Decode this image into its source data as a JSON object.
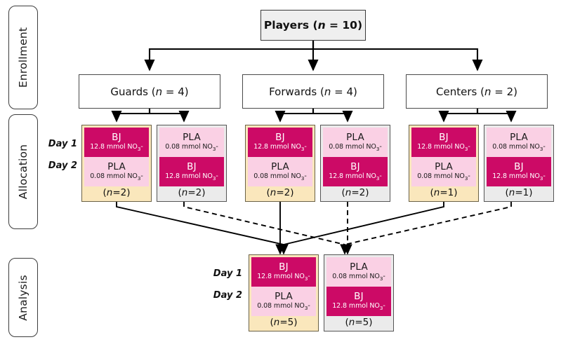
{
  "stages": [
    {
      "name": "enrollment",
      "label": "Enrollment"
    },
    {
      "name": "allocation",
      "label": "Allocation"
    },
    {
      "name": "analysis",
      "label": "Analysis"
    }
  ],
  "root": {
    "label": "Players (n = 10)",
    "text": "Players",
    "n": 10
  },
  "groups": [
    {
      "name": "guards",
      "label": "Guards (n = 4)",
      "text": "Guards",
      "n": 4
    },
    {
      "name": "forwards",
      "label": "Forwards (n = 4)",
      "text": "Forwards",
      "n": 4
    },
    {
      "name": "centers",
      "label": "Centers (n = 2)",
      "text": "Centers",
      "n": 2
    }
  ],
  "day_labels": {
    "day1": "Day 1",
    "day2": "Day 2"
  },
  "treatments": {
    "bj": {
      "name": "BJ",
      "dose": "12.8 mmol NO3-",
      "dose_value": "12.8",
      "dose_unit": "mmol NO3-",
      "color": "#cc0a66"
    },
    "pla": {
      "name": "PLA",
      "dose": "0.08 mmol NO3-",
      "dose_value": "0.08",
      "dose_unit": "mmol NO3-",
      "color": "#fad0e4"
    }
  },
  "allocation_cards": [
    {
      "name": "guards-bj-first",
      "group": "guards",
      "sequence": "BJ-PLA",
      "day1": "bj",
      "day2": "pla",
      "count": "(n = 2)",
      "n": 2,
      "fill": "#fae7bc"
    },
    {
      "name": "guards-pla-first",
      "group": "guards",
      "sequence": "PLA-BJ",
      "day1": "pla",
      "day2": "bj",
      "count": "(n = 2)",
      "n": 2,
      "fill": "#ebebeb"
    },
    {
      "name": "forwards-bj-first",
      "group": "forwards",
      "sequence": "BJ-PLA",
      "day1": "bj",
      "day2": "pla",
      "count": "(n = 2)",
      "n": 2,
      "fill": "#fae7bc"
    },
    {
      "name": "forwards-pla-first",
      "group": "forwards",
      "sequence": "PLA-BJ",
      "day1": "pla",
      "day2": "bj",
      "count": "(n = 2)",
      "n": 2,
      "fill": "#ebebeb"
    },
    {
      "name": "centers-bj-first",
      "group": "centers",
      "sequence": "BJ-PLA",
      "day1": "bj",
      "day2": "pla",
      "count": "(n = 1)",
      "n": 1,
      "fill": "#fae7bc"
    },
    {
      "name": "centers-pla-first",
      "group": "centers",
      "sequence": "PLA-BJ",
      "day1": "pla",
      "day2": "bj",
      "count": "(n = 1)",
      "n": 1,
      "fill": "#ebebeb"
    }
  ],
  "analysis_cards": [
    {
      "name": "analysis-bj-first",
      "sequence": "BJ-PLA",
      "day1": "bj",
      "day2": "pla",
      "count": "(n = 5)",
      "n": 5,
      "fill": "#fae7bc"
    },
    {
      "name": "analysis-pla-first",
      "sequence": "PLA-BJ",
      "day1": "pla",
      "day2": "bj",
      "count": "(n = 5)",
      "n": 5,
      "fill": "#ebebeb"
    }
  ],
  "connectors": {
    "solid_note": "BJ-first allocation arms pool into analysis BJ-first arm",
    "dashed_note": "PLA-first allocation arms pool into analysis PLA-first arm"
  },
  "colors": {
    "bj_magenta": "#cc0a66",
    "pla_pink": "#fad0e4",
    "bj_card_cream": "#fae7bc",
    "pla_card_gray": "#ebebeb",
    "root_gray": "#efefef",
    "line": "#000000"
  }
}
